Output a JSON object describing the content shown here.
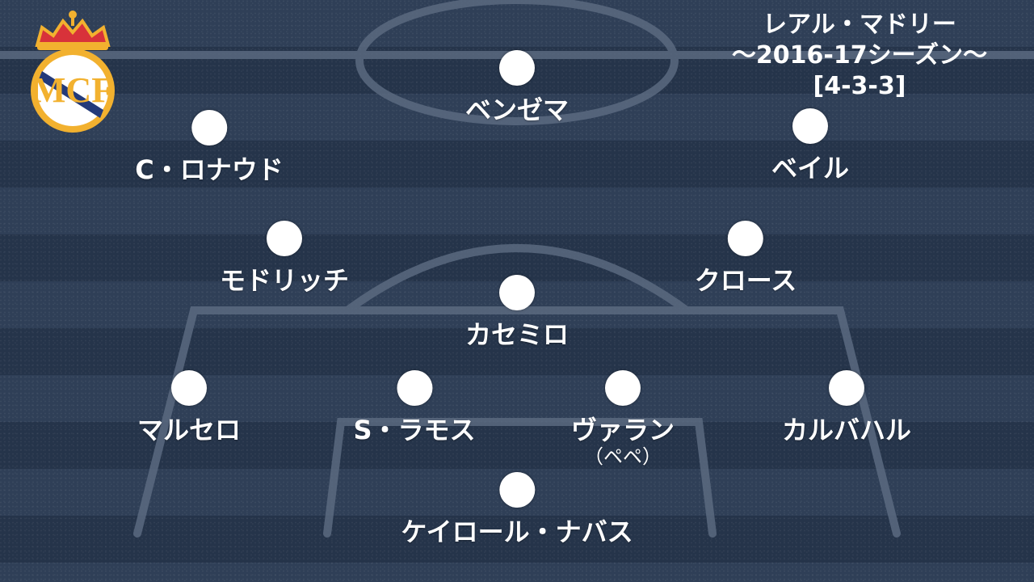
{
  "header": {
    "team": "レアル・マドリー",
    "season": "〜2016-17シーズン〜",
    "formation": "[4-3-3]"
  },
  "crest": {
    "icon": "real-madrid-crest-icon",
    "colors": {
      "gold": "#f2b12f",
      "crown_red": "#d8323a",
      "band_blue": "#233a7a",
      "white": "#ffffff"
    }
  },
  "players": {
    "benzema": "ベンゼマ",
    "ronaldo": "C・ロナウド",
    "bale": "ベイル",
    "modric": "モドリッチ",
    "kroos": "クロース",
    "casemiro": "カセミロ",
    "marcelo": "マルセロ",
    "ramos": "S・ラモス",
    "varane": "ヴァラン",
    "varane_alt": "（ペペ）",
    "carvajal": "カルバハル",
    "navas": "ケイロール・ナバス"
  },
  "colors": {
    "pitch_dark": "#25344a",
    "pitch_light": "#2f3f57",
    "lines": "#5b6a80",
    "text": "#ffffff"
  }
}
